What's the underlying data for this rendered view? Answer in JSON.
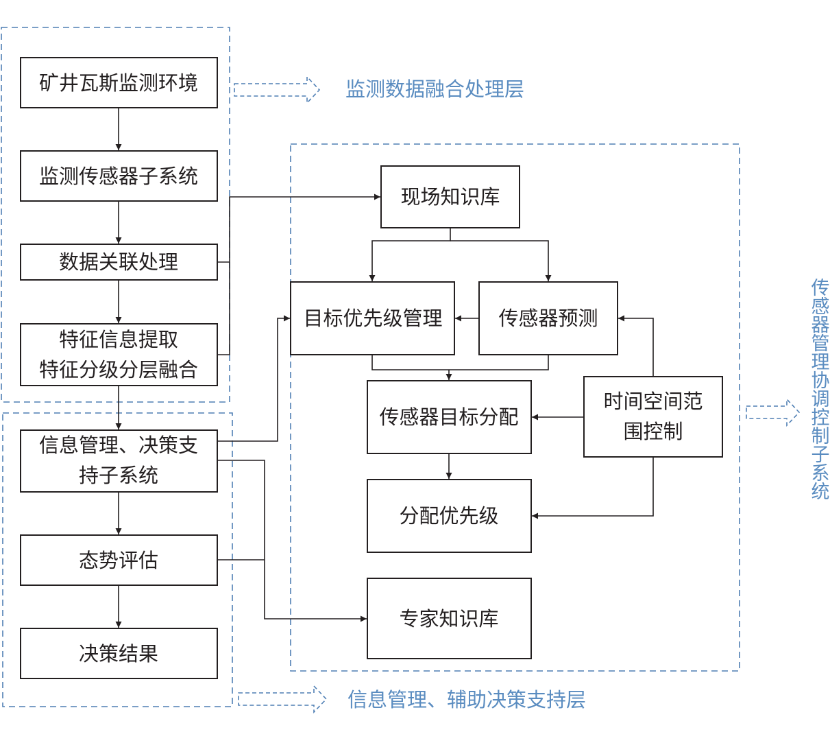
{
  "layers": {
    "top": "监测数据融合处理层",
    "bottom": "信息管理、辅助决策支持层",
    "right": "传感器管理协调控制子系统"
  },
  "boxes": {
    "mine_env": "矿井瓦斯监测环境",
    "sensor_subsystem": "监测传感器子系统",
    "data_assoc": "数据关联处理",
    "feature_line1": "特征信息提取",
    "feature_line2": "特征分级分层融合",
    "info_mgmt_line1": "信息管理、决策支",
    "info_mgmt_line2": "持子系统",
    "situation": "态势评估",
    "decision": "决策结果",
    "field_kb": "现场知识库",
    "target_priority": "目标优先级管理",
    "sensor_predict": "传感器预测",
    "sensor_target_assign": "传感器目标分配",
    "time_space_line1": "时间空间范",
    "time_space_line2": "围控制",
    "assign_priority": "分配优先级",
    "expert_kb": "专家知识库"
  },
  "colors": {
    "accent": "#5a8cc0",
    "line": "#231f20"
  }
}
